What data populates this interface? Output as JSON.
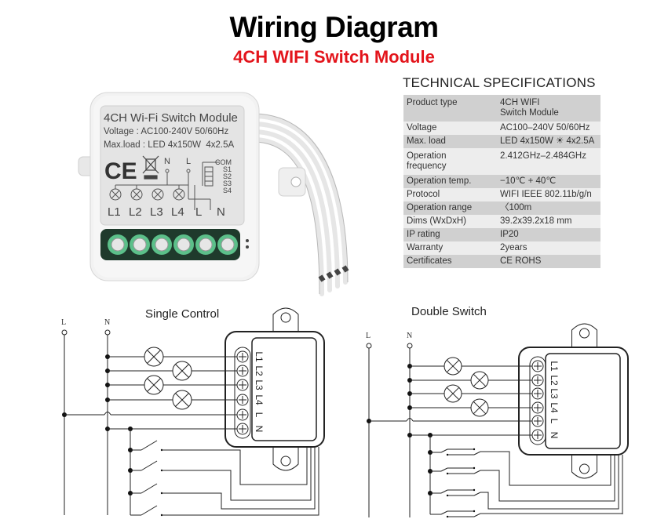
{
  "header": {
    "title": "Wiring Diagram",
    "subtitle": "4CH WIFI Switch Module",
    "subtitle_color": "#e3141b"
  },
  "device_label": {
    "line1": "4CH Wi-Fi Switch Module",
    "line2": "Voltage : AC100-240V 50/60Hz",
    "line3": "Max.load : LED 4x150W  4x2.5A",
    "ce": "CE",
    "n": "N",
    "l": "L",
    "switch_pins": [
      "COM",
      "S1",
      "S2",
      "S3",
      "S4"
    ],
    "terminals": [
      "L1",
      "L2",
      "L3",
      "L4",
      "L",
      "N"
    ],
    "terminal_color": "#5cc08a"
  },
  "specs": {
    "title": "TECHNICAL SPECIFICATIONS",
    "rows": [
      {
        "key": "Product type",
        "value": "4CH WIFI\nSwitch Module"
      },
      {
        "key": "Voltage",
        "value": "AC100–240V 50/60Hz"
      },
      {
        "key": "Max. load",
        "value": "LED 4x150W ☀ 4x2.5A"
      },
      {
        "key": "Operation\nfrequency",
        "value": "2.412GHz–2.484GHz"
      },
      {
        "key": "Operation temp.",
        "value": "−10℃ + 40℃"
      },
      {
        "key": "Protocol",
        "value": "WIFI  IEEE 802.11b/g/n"
      },
      {
        "key": "Operation range",
        "value": "〈100m"
      },
      {
        "key": "Dims (WxDxH)",
        "value": "39.2x39.2x18 mm"
      },
      {
        "key": "IP rating",
        "value": "IP20"
      },
      {
        "key": "Warranty",
        "value": "2years"
      },
      {
        "key": "Certificates",
        "value": "CE ROHS"
      }
    ]
  },
  "diagrams": [
    {
      "title": "Single Control",
      "line_label": "L",
      "neutral_label": "N",
      "terminals": [
        "L1",
        "L2",
        "L3",
        "L4",
        "L",
        "N"
      ],
      "switch_type": "single"
    },
    {
      "title": "Double Switch",
      "line_label": "L",
      "neutral_label": "N",
      "terminals": [
        "L1",
        "L2",
        "L3",
        "L4",
        "L",
        "N"
      ],
      "switch_type": "double"
    }
  ]
}
